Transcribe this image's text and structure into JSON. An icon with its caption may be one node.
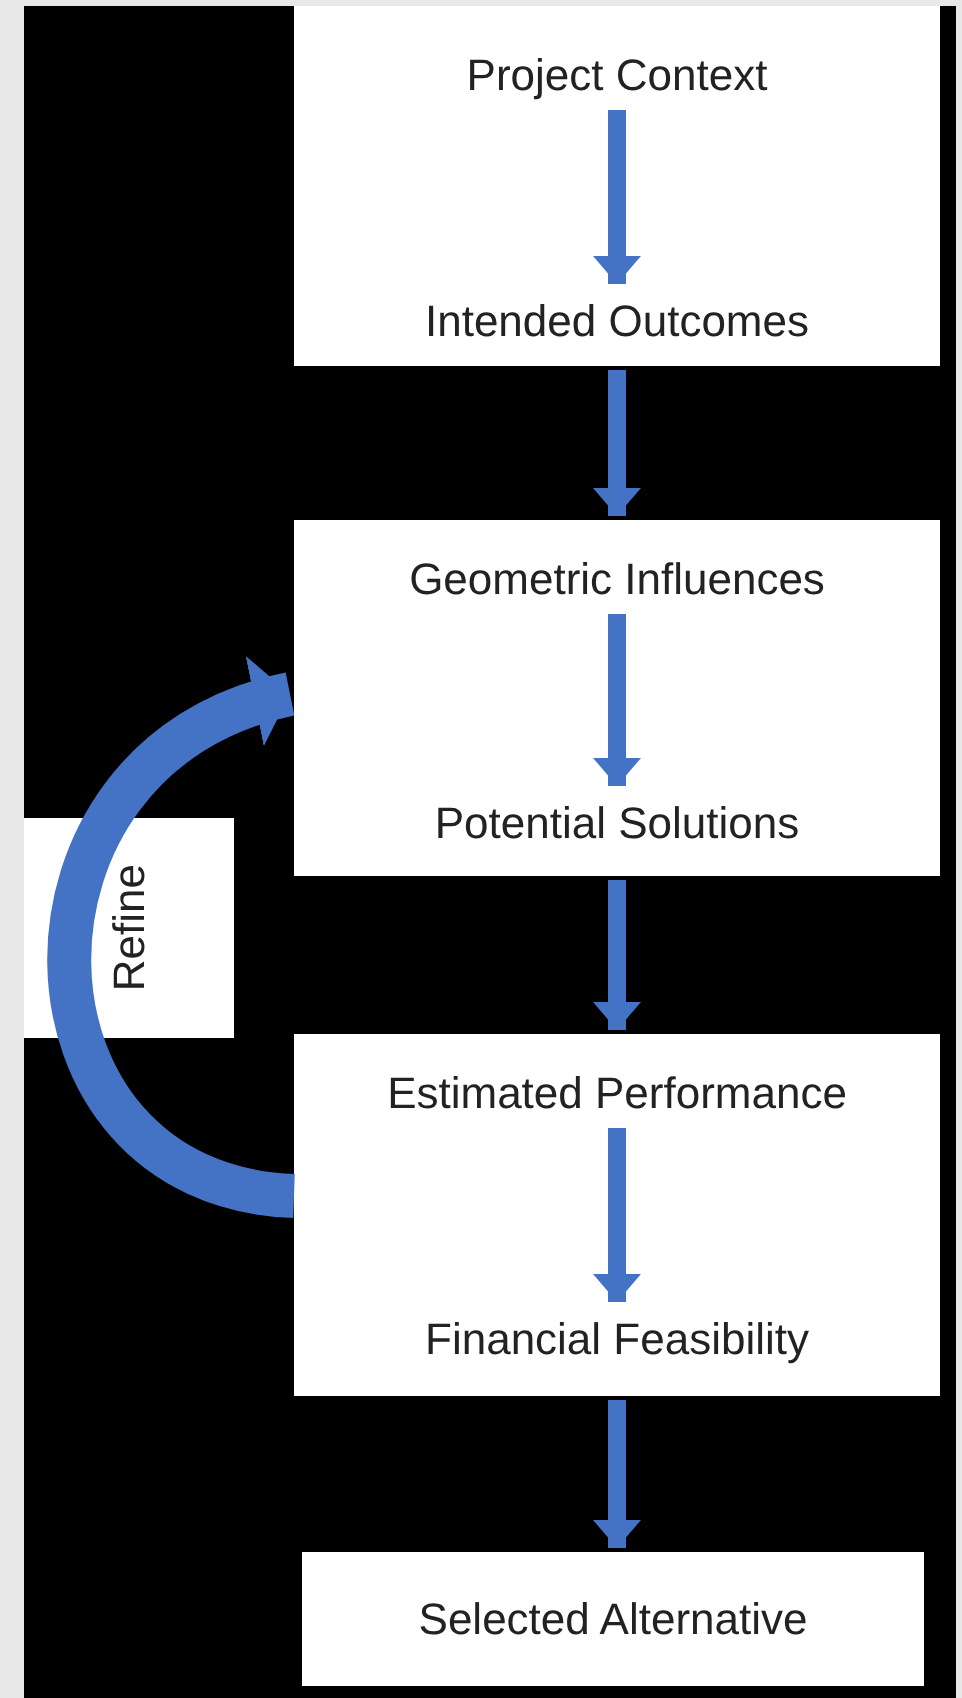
{
  "diagram": {
    "nodes": [
      {
        "text": [],
        "shape": "box"
      },
      {
        "text": [
          "Project Context"
        ],
        "in": 0
      },
      {
        "text": [
          "Intended Outcomes"
        ],
        "in": 0
      },
      {
        "text": [],
        "shape": "box"
      },
      {
        "text": [
          "Geometric Influences"
        ],
        "in": 3
      },
      {
        "text": [
          "Potential Solutions"
        ],
        "in": 3
      },
      {
        "text": [],
        "shape": "box"
      },
      {
        "text": [
          "Estimated Performance"
        ],
        "in": 6
      },
      {
        "text": [
          "Financial Feasibility"
        ],
        "in": 6
      },
      {
        "text": [
          "Selected Alternative"
        ]
      }
    ],
    "edges": [
      {
        "from": 1,
        "to": 2,
        "arrow": "to"
      },
      {
        "from": 0,
        "to": 3,
        "arrow": "to"
      },
      {
        "from": 4,
        "to": 5,
        "arrow": "to"
      },
      {
        "from": 3,
        "to": 6,
        "arrow": "to"
      },
      {
        "from": 7,
        "to": 8,
        "arrow": "to"
      },
      {
        "from": 6,
        "to": 9,
        "arrow": "to"
      },
      {
        "from": 6,
        "to": 3,
        "arrow": "to",
        "style": "thick",
        "label": "Refine"
      }
    ]
  }
}
